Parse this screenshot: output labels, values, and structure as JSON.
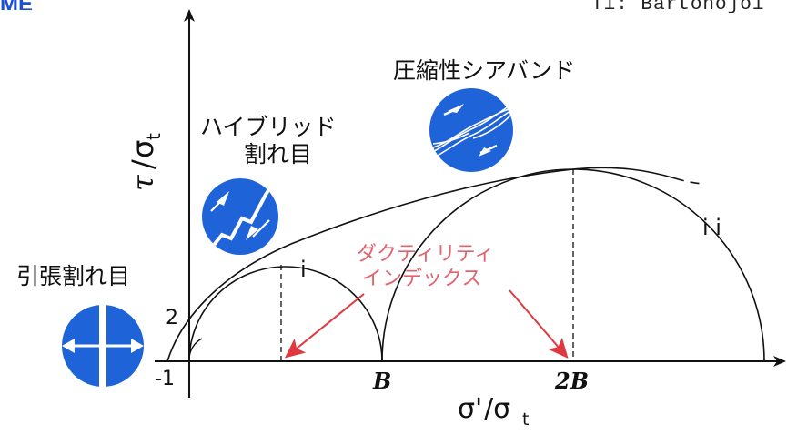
{
  "corner": {
    "left_text": "ME",
    "right_text": "Ti: Bartonojoi"
  },
  "axes": {
    "y_label_tau": "τ",
    "y_label_sigma": "σ",
    "y_label_sub": "t",
    "x_label_sigma": "σ'",
    "x_label_over": "/σ",
    "x_label_sub": "t"
  },
  "ticks": {
    "minus_one": "-1",
    "two": "2",
    "b": "B",
    "two_b": "2B"
  },
  "labels": {
    "tensile": "引張割れ目",
    "hybrid_line1": "ハイブリッド",
    "hybrid_line2": "割れ目",
    "shear_band": "圧縮性シアバンド",
    "ductility_line1": "ダクティリティ",
    "ductility_line2": "インデックス",
    "circle_i": "i",
    "circle_ii": "i i"
  },
  "colors": {
    "icon_blue": "#1e63d8",
    "arrow_red": "#e0383f",
    "ductility_text": "#e0646c",
    "line": "#111111"
  }
}
